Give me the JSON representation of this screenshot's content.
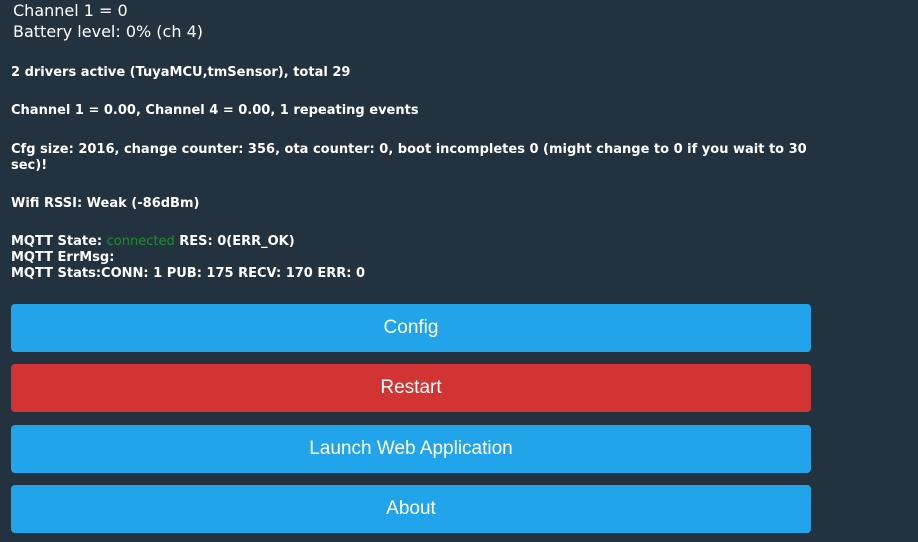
{
  "status": {
    "channel_line": "Channel 1 = 0",
    "battery_line": "Battery level: 0% (ch 4)"
  },
  "info": {
    "drivers": "2 drivers active (TuyaMCU,tmSensor), total 29",
    "channels": "Channel 1 = 0.00, Channel 4 = 0.00, 1 repeating events",
    "cfg": "Cfg size: 2016, change counter: 356, ota counter: 0, boot incompletes 0 (might change to 0 if you wait to 30 sec)!",
    "wifi": "Wifi RSSI: Weak (-86dBm)",
    "mqtt": {
      "state_label": "MQTT State: ",
      "state_value": "connected",
      "res": " RES: 0(ERR_OK)",
      "errmsg": "MQTT ErrMsg:",
      "stats": "MQTT Stats:CONN: 1 PUB: 175 RECV: 170 ERR: 0"
    }
  },
  "buttons": {
    "config": "Config",
    "restart": "Restart",
    "launch": "Launch Web Application",
    "about": "About"
  },
  "colors": {
    "background": "#22323f",
    "button_blue": "#21a4ea",
    "button_red": "#d23434",
    "connected": "#1f8f2e"
  }
}
